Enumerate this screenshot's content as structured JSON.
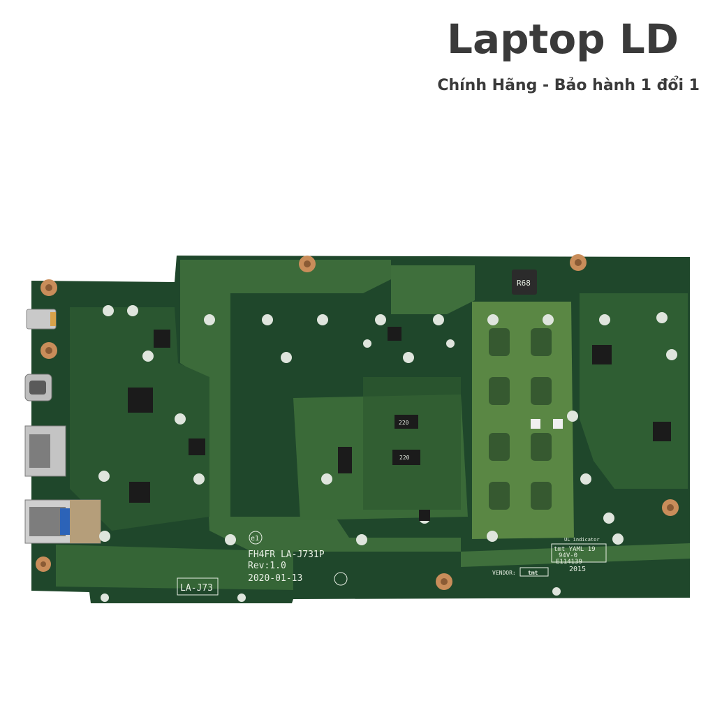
{
  "header": {
    "brand": "Laptop LD",
    "tagline": "Chính Hãng - Bảo hành 1 đổi 1"
  },
  "board_silkscreen": {
    "model": "FH4FR LA-J731P",
    "revision": "Rev:1.0",
    "date": "2020-01-13",
    "board_tag": "LA-J73",
    "inductor_label": "R68",
    "ul_indicator_title": "UL indicator",
    "ul_line1": "tmt YAML 19",
    "ul_line2": "94V-0",
    "ul_line3": "E114139",
    "ul_year": "2015",
    "vendor_label": "VENDOR:",
    "vendor_value": "tmt",
    "inductor_1": "220",
    "inductor_2": "220",
    "marker": "e1"
  },
  "colors": {
    "pcb_dark": "#1f472b",
    "pcb_trace": "#3f6f3c",
    "pcb_light": "#5a8744",
    "text": "#3a3a3a"
  }
}
